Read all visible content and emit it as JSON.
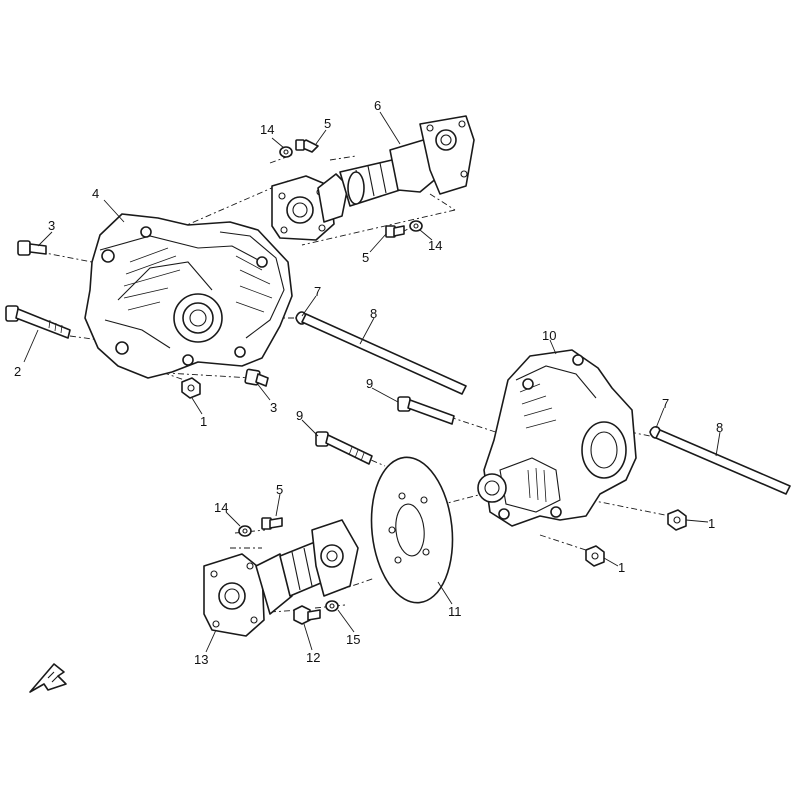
{
  "callouts": {
    "c1a": "1",
    "c1b": "1",
    "c1c": "1",
    "c2": "2",
    "c3a": "3",
    "c3b": "3",
    "c4": "4",
    "c5a": "5",
    "c5b": "5",
    "c5c": "5",
    "c6": "6",
    "c7a": "7",
    "c7b": "7",
    "c8a": "8",
    "c8b": "8",
    "c9a": "9",
    "c9b": "9",
    "c10": "10",
    "c11": "11",
    "c12": "12",
    "c13": "13",
    "c14a": "14",
    "c14b": "14",
    "c14c": "14",
    "c15": "15"
  },
  "colors": {
    "ink": "#1a1a1a",
    "paper": "#ffffff"
  },
  "icons": {
    "front_arrow": "front-direction-arrow-icon"
  }
}
